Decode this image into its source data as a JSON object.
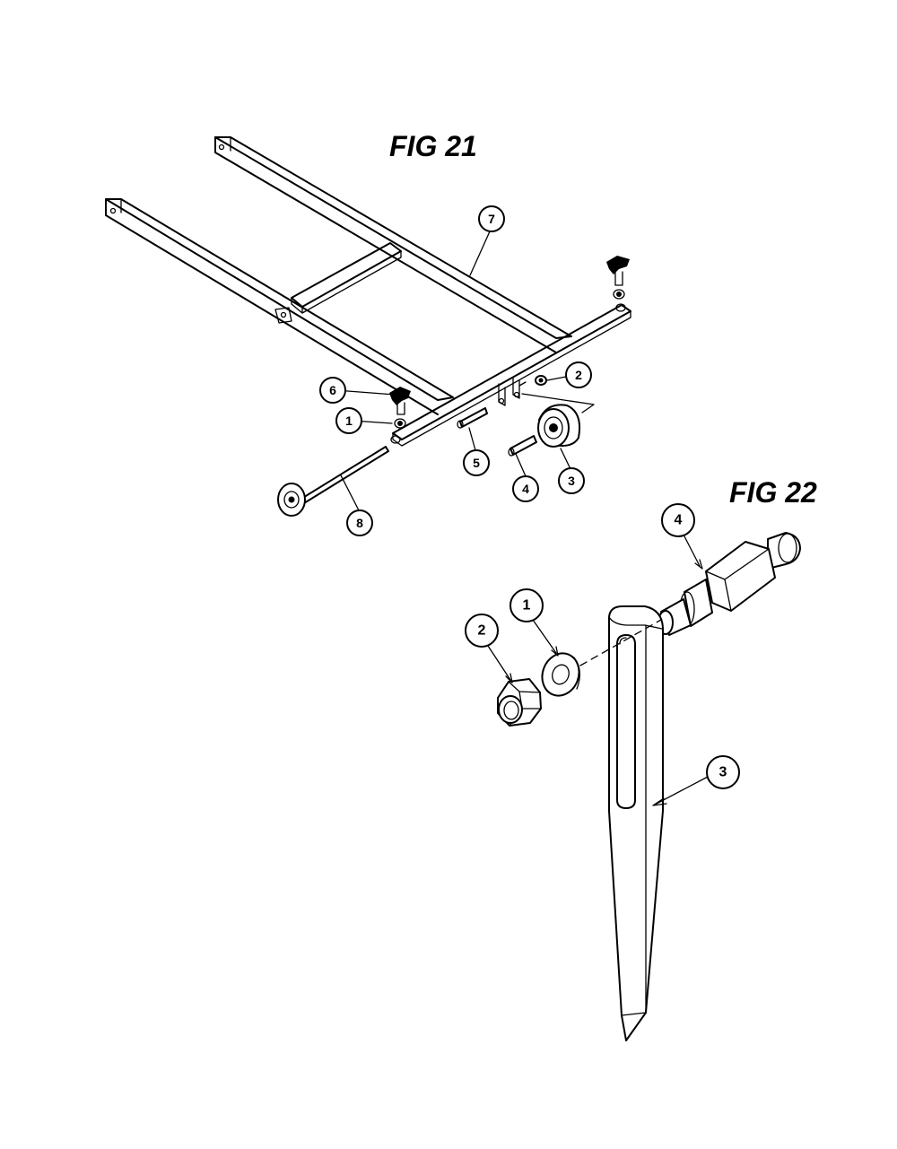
{
  "figures": {
    "fig21": {
      "title": "FIG 21"
    },
    "fig22": {
      "title": "FIG 22"
    }
  },
  "callouts": {
    "fig21": [
      {
        "id": "f21-7",
        "label": "7"
      },
      {
        "id": "f21-2",
        "label": "2"
      },
      {
        "id": "f21-6",
        "label": "6"
      },
      {
        "id": "f21-1",
        "label": "1"
      },
      {
        "id": "f21-5",
        "label": "5"
      },
      {
        "id": "f21-4",
        "label": "4"
      },
      {
        "id": "f21-3",
        "label": "3"
      },
      {
        "id": "f21-8",
        "label": "8"
      }
    ],
    "fig22": [
      {
        "id": "f22-4",
        "label": "4"
      },
      {
        "id": "f22-1",
        "label": "1"
      },
      {
        "id": "f22-2",
        "label": "2"
      },
      {
        "id": "f22-3",
        "label": "3"
      }
    ]
  }
}
